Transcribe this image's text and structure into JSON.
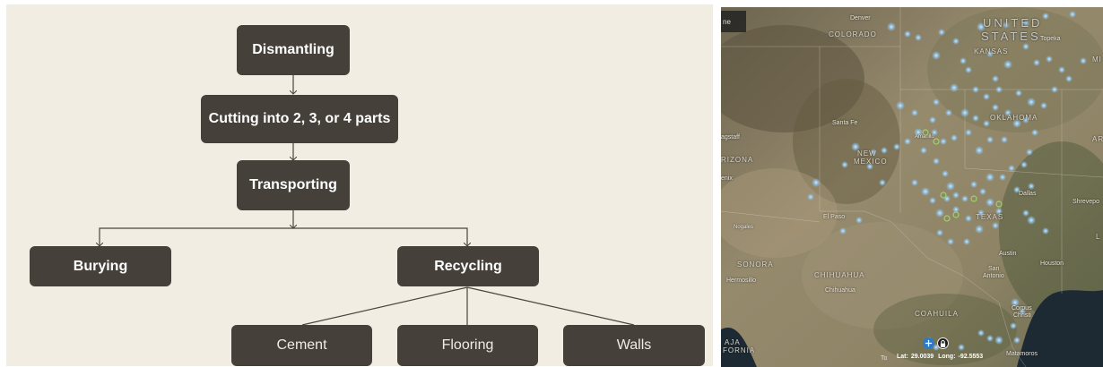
{
  "flowchart": {
    "nodes": {
      "dismantling": "Dismantling",
      "cutting": "Cutting into 2, 3, or 4 parts",
      "transporting": "Transporting",
      "burying": "Burying",
      "recycling": "Recycling",
      "cement": "Cement",
      "flooring": "Flooring",
      "walls": "Walls"
    },
    "colors": {
      "background": "#f1ede2",
      "node": "#45403a",
      "line": "#4a4540"
    }
  },
  "map": {
    "menu_label": "ne",
    "country_label": [
      "UNITED",
      "STATES"
    ],
    "state_labels": {
      "colorado": "COLORADO",
      "kansas": "KANSAS",
      "oklahoma": "OKLAHOMA",
      "new_mexico": [
        "NEW",
        "MEXICO"
      ],
      "arizona": "RIZONA",
      "texas": "TEXAS",
      "sonora": "SONORA",
      "chihuahua": "CHIHUAHUA",
      "coahuila": "COAHUILA",
      "baja": [
        "AJA",
        "FORNIA"
      ],
      "edge_right_a": "AR",
      "edge_right_b": "L",
      "edge_top_right": "MI"
    },
    "city_labels": {
      "denver": "Denver",
      "topeka": "Topeka",
      "santa_fe": "Santa Fe",
      "flagstaff": "agstaff",
      "phoenix": "enix",
      "el_paso": "El Paso",
      "nogales": "Nogales",
      "dallas": "Dallas",
      "shreveport": "Shrevepo",
      "austin": "Austin",
      "san_antonio": [
        "San",
        "Antonio"
      ],
      "houston": "Houston",
      "hermosillo": "Hermosillo",
      "chihuahua_city": "Chihuahua",
      "corpus_christi": [
        "Corpus",
        "Christi"
      ],
      "matamoros": "Matamoros",
      "amarillo": "Amarillo"
    },
    "coordinates": {
      "lat_label": "Lat:",
      "lat": "29.0039",
      "long_label": "Long:",
      "long": "-92.5553"
    },
    "attribution": "To",
    "marker_color": "#8fc6f0",
    "site_color": "#9bd36a"
  }
}
